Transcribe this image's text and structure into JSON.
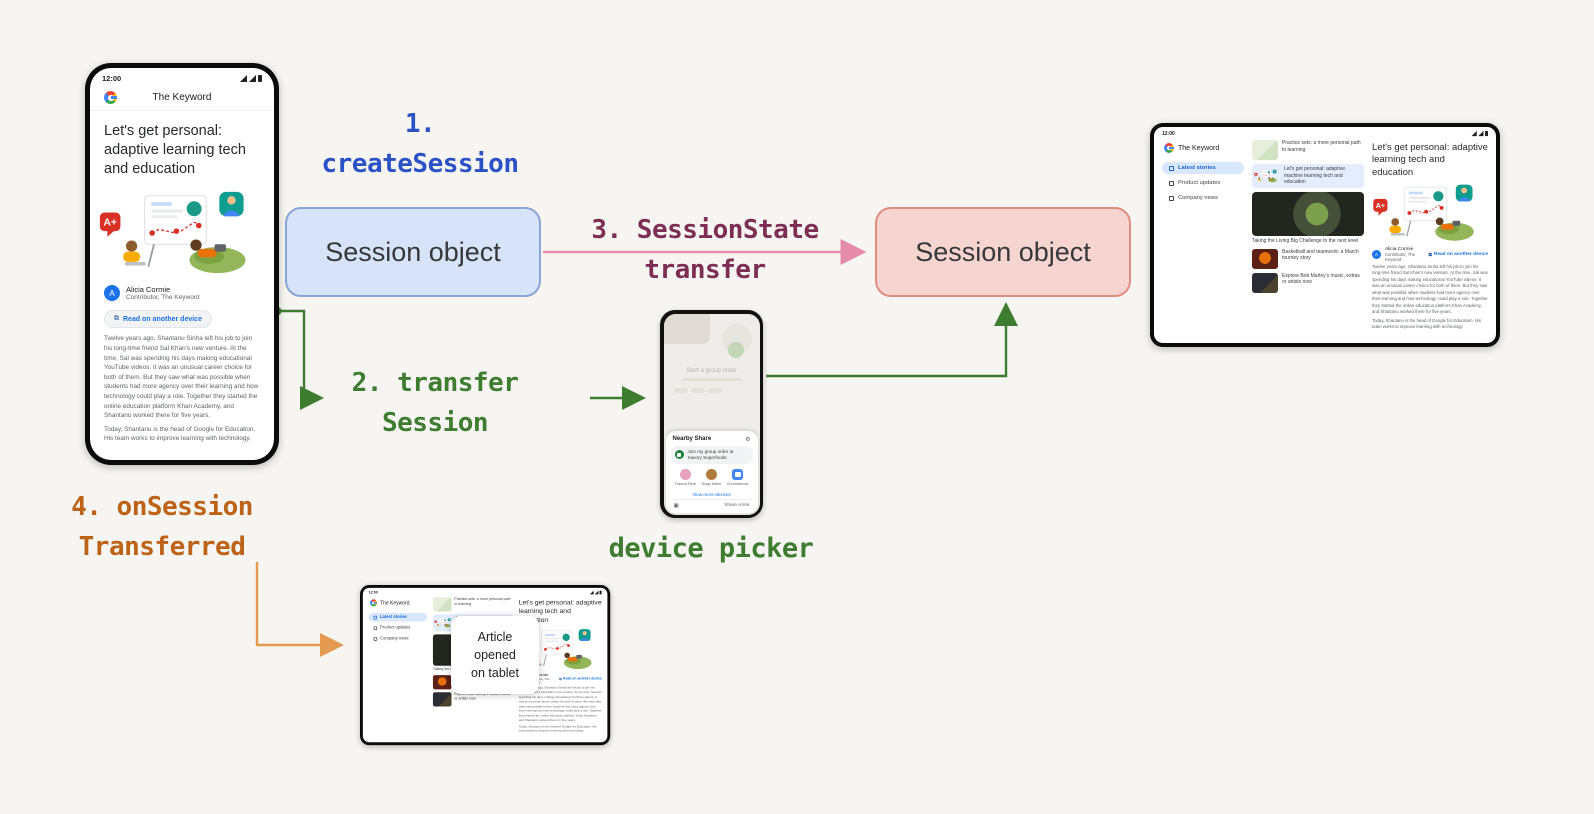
{
  "colors": {
    "step1_blue": "#2b51c7",
    "step2_green": "#3e7c2f",
    "step3_maroon": "#7d2e52",
    "step4_orange": "#bc6318",
    "arrow_green": "#3e7c2f",
    "arrow_pink": "#e78bab",
    "arrow_orange": "#e59a52",
    "session_left_bg": "#d6e3f8",
    "session_left_border": "#8aa4d8",
    "session_right_bg": "#f6d4d0",
    "session_right_border": "#e08c80"
  },
  "steps": {
    "step1": "1.\ncreateSession",
    "step2": "2. transfer\nSession",
    "step3": "3. SessionState\ntransfer",
    "step4": "4. onSession\nTransferred"
  },
  "boxes": {
    "session_left": "Session object",
    "session_right": "Session object"
  },
  "captions": {
    "device_picker": "device picker",
    "tablet_tooltip": "Article\nopened\non tablet"
  },
  "brand": {
    "masthead": "The Keyword",
    "status_time": "12:00"
  },
  "article": {
    "headline": "Let's get personal: adaptive learning tech and education",
    "author_initial": "A",
    "author_name": "Alicia Cormie",
    "author_role": "Contributor, The Keyword",
    "read_on_device": "Read on another device",
    "body_p1": "Twelve years ago, Shantanu Sinha left his job to join his long-time friend Sal Khan's new venture. At the time, Sal was spending his days making educational YouTube videos. It was an unusual career choice for both of them. But they saw what was possible when students had more agency over their learning and how technology could play a role. Together they started the online education platform Khan Academy, and Shantanu worked there for five years.",
    "body_p2": "Today, Shantanu is the head of Google for Education. His team works to improve learning with technology."
  },
  "illustration": {
    "badge": "A+"
  },
  "picker": {
    "bg_title": "Start a group order",
    "sheet_title": "Nearby Share",
    "group_item": "Join my group order at Savory Superfoods",
    "devices": [
      "Danica Reid",
      "Hugo Marin",
      "Chromebook"
    ],
    "more_link": "View more devices",
    "footer_link": "Share a link"
  },
  "tablet": {
    "nav": [
      {
        "label": "Latest stories"
      },
      {
        "label": "Product updates"
      },
      {
        "label": "Company news"
      }
    ],
    "feed": [
      {
        "title": "Practice sets: a more personal path to learning"
      },
      {
        "title": "Let's get personal: adaptive machine learning tech and education"
      },
      {
        "title": "Taking the Living Big Challenge to the next level"
      },
      {
        "title": "Basketball and teamwork: a March tourney story"
      },
      {
        "title": "Explore Bob Marley's music, extras or artists now"
      }
    ]
  }
}
